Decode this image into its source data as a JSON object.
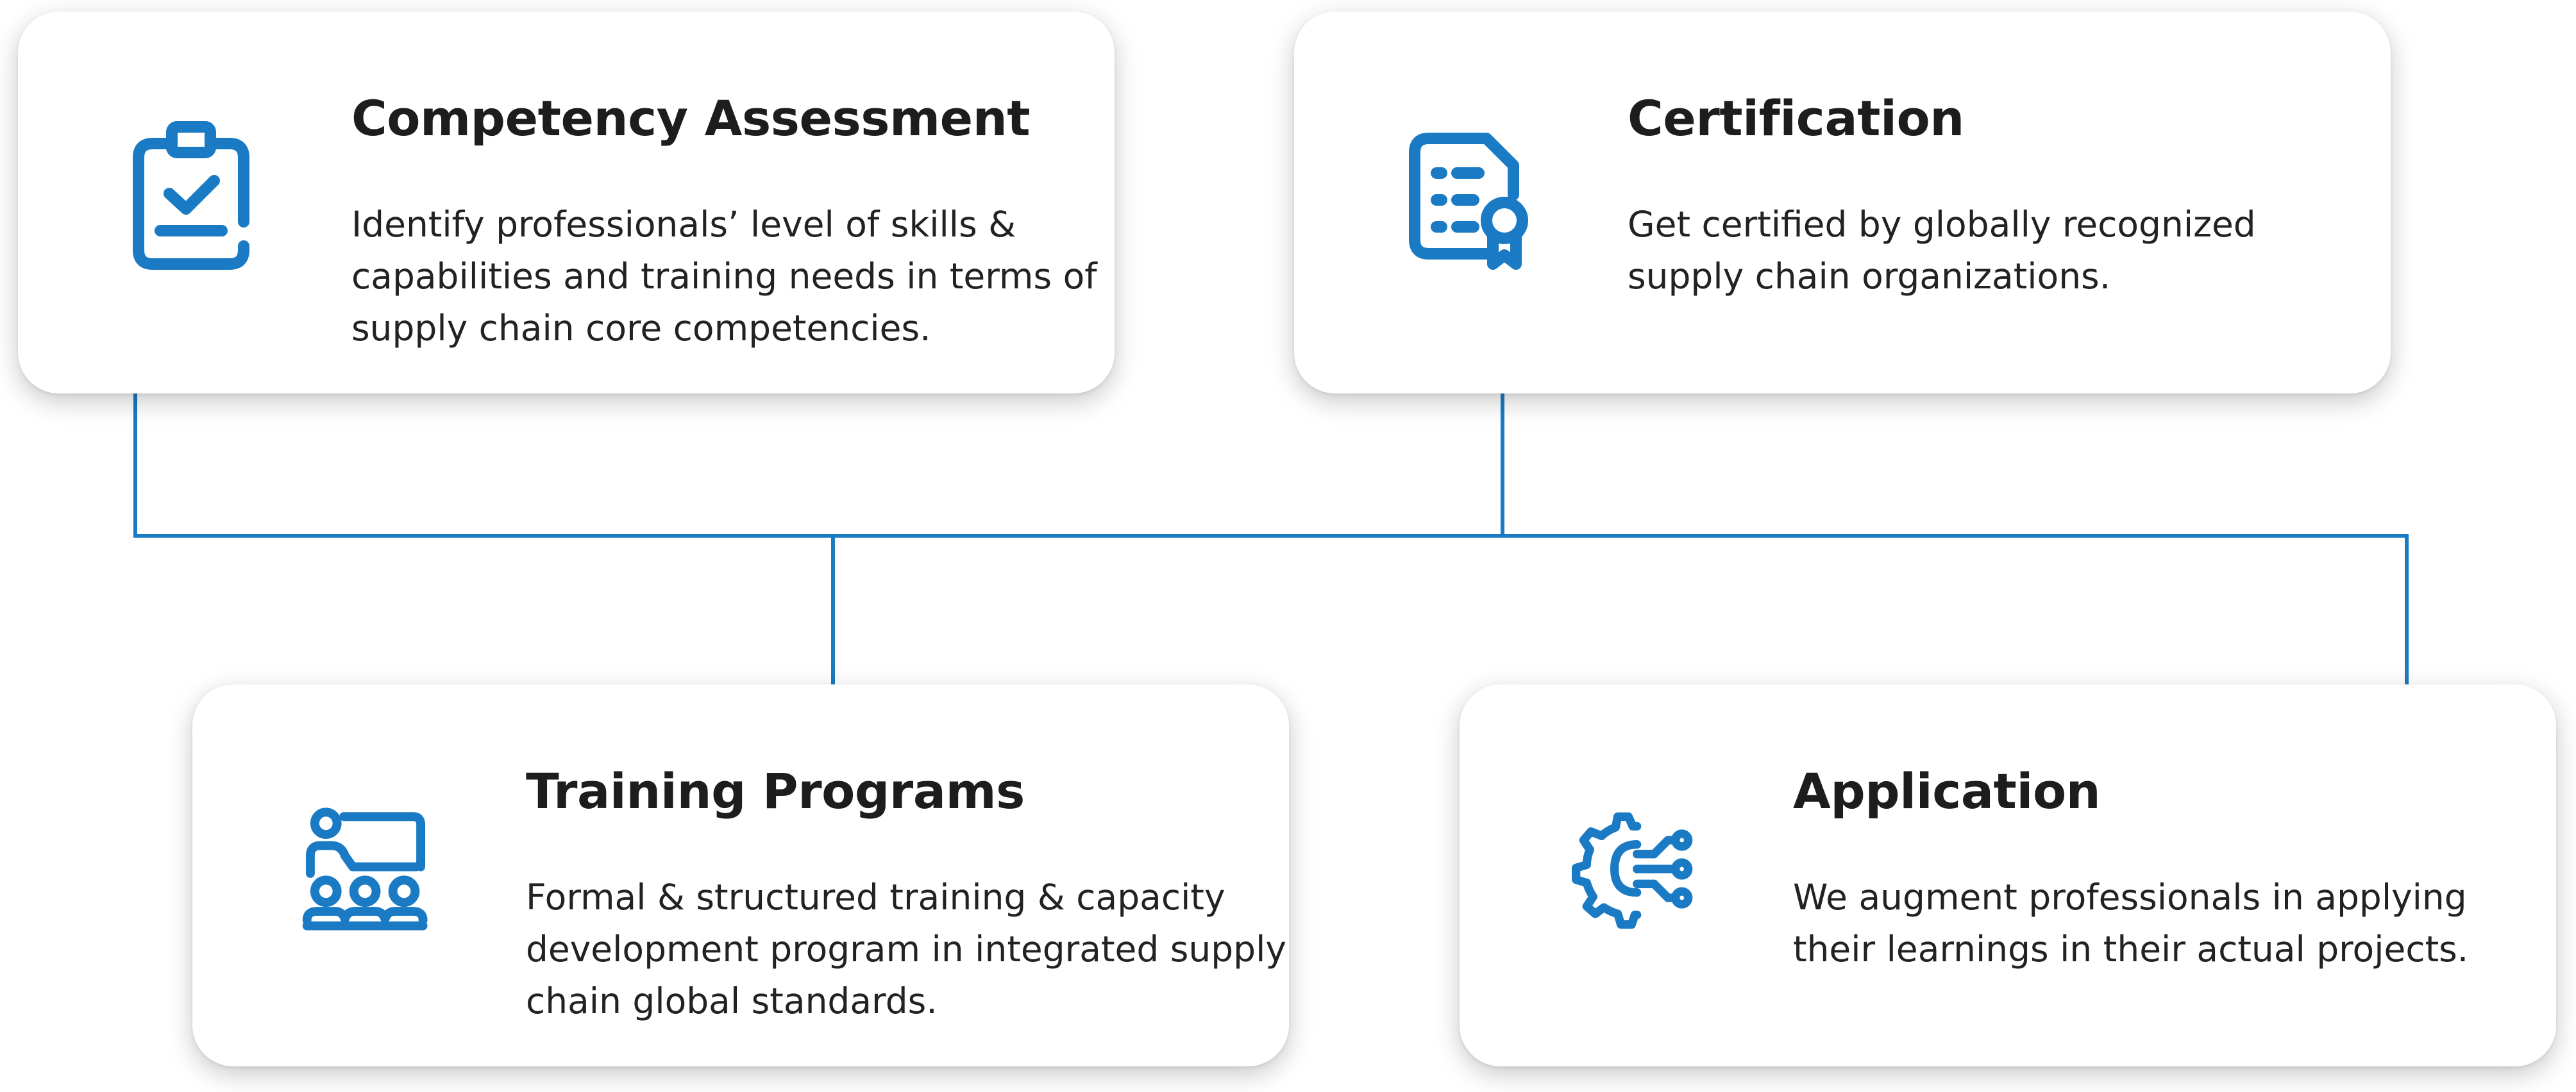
{
  "colors": {
    "accent": "#1a7bc4",
    "title": "#1d1d1f",
    "text": "#222222",
    "card_bg": "#ffffff"
  },
  "cards": {
    "competency": {
      "icon": "clipboard-check-icon",
      "title": "Competency Assessment",
      "desc": [
        "Identify professionals’ level of skills &",
        "capabilities and training needs in terms of",
        "supply chain core competencies."
      ]
    },
    "certification": {
      "icon": "certificate-document-icon",
      "title": "Certification",
      "desc": [
        "Get certified by globally recognized",
        "supply chain organizations."
      ]
    },
    "training": {
      "icon": "classroom-presentation-icon",
      "title": "Training Programs",
      "desc": [
        "Formal & structured training & capacity",
        "development program in integrated supply",
        "chain global standards."
      ]
    },
    "application": {
      "icon": "gear-circuit-icon",
      "title": "Application",
      "desc": [
        "We augment professionals in applying",
        "their learnings in their actual projects."
      ]
    }
  }
}
